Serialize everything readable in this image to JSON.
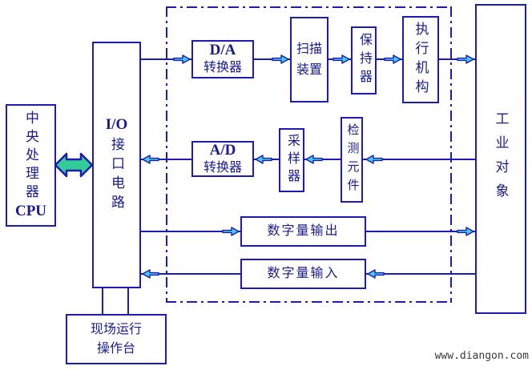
{
  "diagram": {
    "title_semantic": "computer-control-system-block-diagram",
    "boxes": {
      "cpu": {
        "line1": "中央处理器",
        "line2": "CPU"
      },
      "io": {
        "line1": "I/O",
        "line2": "接口电路"
      },
      "da": {
        "line1": "D/A",
        "line2": "转换器"
      },
      "scanner": {
        "line1": "扫描",
        "line2": "装置"
      },
      "holder": {
        "text": "保持器"
      },
      "actuator": {
        "text": "执行机构"
      },
      "ad": {
        "line1": "A/D",
        "line2": "转换器"
      },
      "sampler": {
        "text": "采样器"
      },
      "detector": {
        "text": "检测元件"
      },
      "digital_output": {
        "text": "数字量输出"
      },
      "digital_input": {
        "text": "数字量输入"
      },
      "industrial_object": {
        "text": "工业对象"
      },
      "console": {
        "line1": "现场运行",
        "line2": "操作台"
      }
    },
    "colors": {
      "line_blue": "#1c1cb0",
      "text_navy": "#1a1a8f",
      "arrow_cyan": "#44ccee",
      "bidir_green": "#33cc99",
      "watermark_gray": "#3a3a3a",
      "background": "#ffffff"
    },
    "watermark": "www.diangon.com"
  }
}
